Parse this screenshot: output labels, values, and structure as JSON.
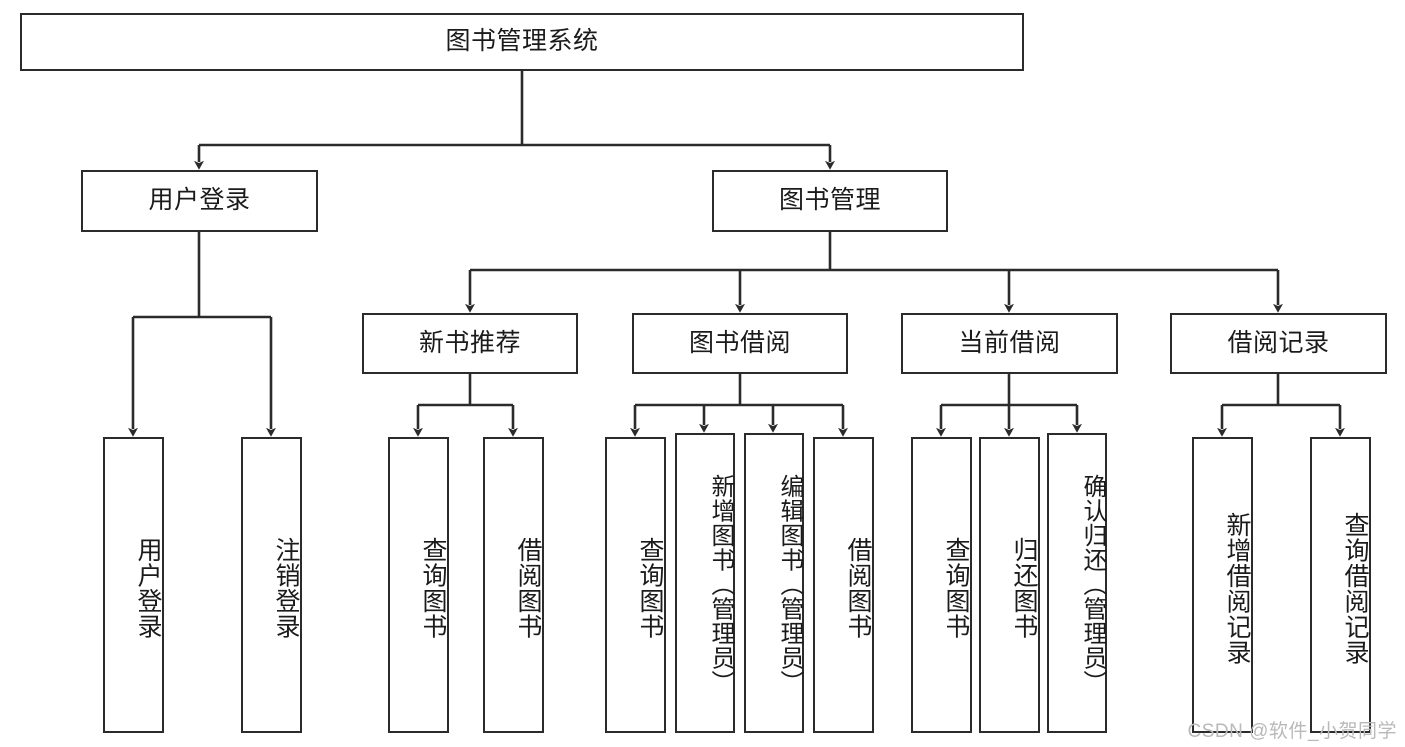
{
  "diagram": {
    "type": "hierarchy-tree",
    "title": "图书管理系统",
    "levels": 4,
    "root": {
      "label": "图书管理系统"
    },
    "level2": [
      {
        "label": "用户登录"
      },
      {
        "label": "图书管理"
      }
    ],
    "level3": [
      {
        "label": "新书推荐",
        "parent": "图书管理"
      },
      {
        "label": "图书借阅",
        "parent": "图书管理"
      },
      {
        "label": "当前借阅",
        "parent": "图书管理"
      },
      {
        "label": "借阅记录",
        "parent": "图书管理"
      }
    ],
    "leaves": {
      "user_login": [
        {
          "label": "用户登录"
        },
        {
          "label": "注销登录"
        }
      ],
      "new_book_recommend": [
        {
          "label": "查询图书"
        },
        {
          "label": "借阅图书"
        }
      ],
      "book_borrow": [
        {
          "label": "查询图书"
        },
        {
          "label": "新增图书（管理员）"
        },
        {
          "label": "编辑图书（管理员）"
        },
        {
          "label": "借阅图书"
        }
      ],
      "current_borrow": [
        {
          "label": "查询图书"
        },
        {
          "label": "归还图书"
        },
        {
          "label": "确认归还（管理员）"
        }
      ],
      "borrow_record": [
        {
          "label": "新增借阅记录"
        },
        {
          "label": "查询借阅记录"
        }
      ]
    }
  },
  "watermark": {
    "text": "CSDN @软件_小贺同学"
  },
  "colors": {
    "stroke": "#2b2b2b",
    "fill": "#ffffff",
    "text": "#1b1b1b",
    "watermark": "#b9b9b9"
  }
}
